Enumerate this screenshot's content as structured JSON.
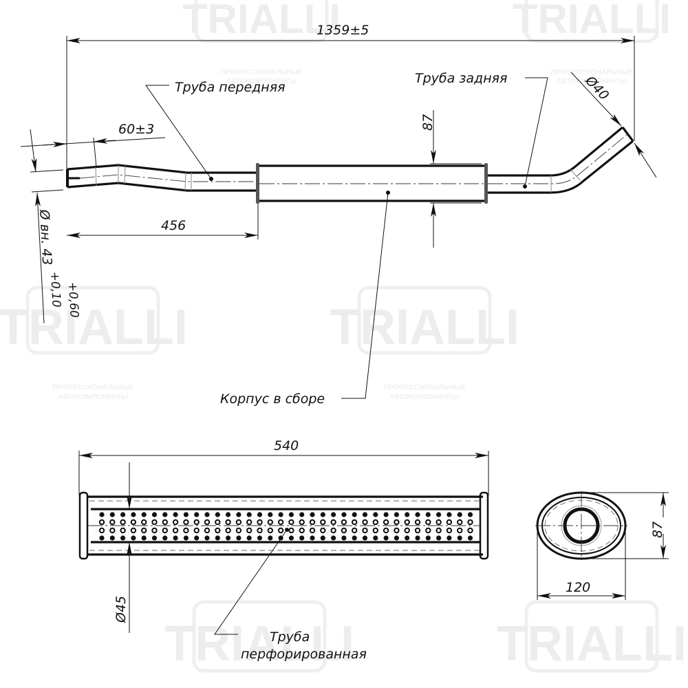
{
  "drawing": {
    "subject": "Exhaust muffler assembly",
    "units": "mm"
  },
  "watermark": {
    "brand": "TRIALLI",
    "tagline_line1": "ПРОФЕССИОНАЛЬНЫЕ",
    "tagline_line2": "АВТОКОМПОНЕНТЫ",
    "color": "#ececec"
  },
  "labels": {
    "front_pipe": "Труба передняя",
    "rear_pipe": "Труба задняя",
    "body_assembly": "Корпус в сборе",
    "perforated_pipe_line1": "Труба",
    "perforated_pipe_line2": "перфорированная"
  },
  "dimensions": {
    "overall_length": "1359±5",
    "front_insert_length": "60±3",
    "front_pipe_length": "456",
    "body_height": "87",
    "rear_pipe_diameter": "Ø40",
    "inlet_inner_diameter": "Ø вн. 43",
    "inlet_tol_upper": "+0,60",
    "inlet_tol_lower": "+0,10",
    "body_length": "540",
    "perforated_pipe_diameter": "Ø45",
    "section_height": "87",
    "section_width": "120"
  },
  "colors": {
    "line": "#111111",
    "background": "#ffffff"
  }
}
